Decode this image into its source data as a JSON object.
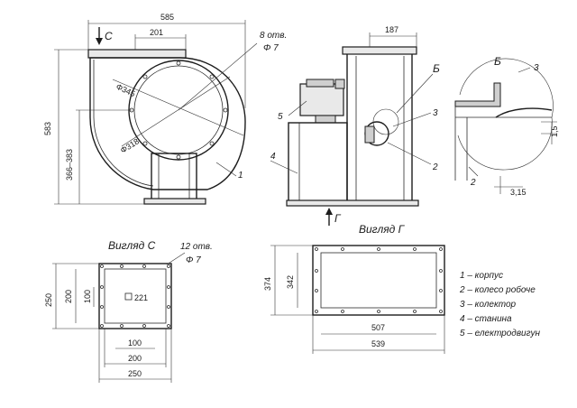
{
  "dims": {
    "d585": "585",
    "d201": "201",
    "d583": "583",
    "d366": "366–383",
    "d345": "Φ345",
    "d318": "Φ318",
    "d187": "187",
    "d15": "1,5",
    "d315": "3,15",
    "d221": "221",
    "d250a": "250",
    "d200a": "200",
    "d100a": "100",
    "d100b": "100",
    "d200b": "200",
    "d250b": "250",
    "d374": "374",
    "d342": "342",
    "d507": "507",
    "d539": "539"
  },
  "holes": {
    "h8": "8 отв.",
    "h8d": "Φ 7",
    "h12": "12 отв.",
    "h12d": "Φ 7"
  },
  "marks": {
    "c": "С",
    "g": "Г",
    "b1": "Б",
    "b2": "Б",
    "n1": "1",
    "n2a": "2",
    "n2b": "2",
    "n3a": "3",
    "n3b": "3",
    "n4": "4",
    "n5": "5"
  },
  "views": {
    "view_c": "Вигляд С",
    "view_g": "Вигляд Г"
  },
  "legend": [
    "1 – корпус",
    "2 – колесо робоче",
    "3 – колектор",
    "4 – станина",
    "5 – електродвигун"
  ]
}
